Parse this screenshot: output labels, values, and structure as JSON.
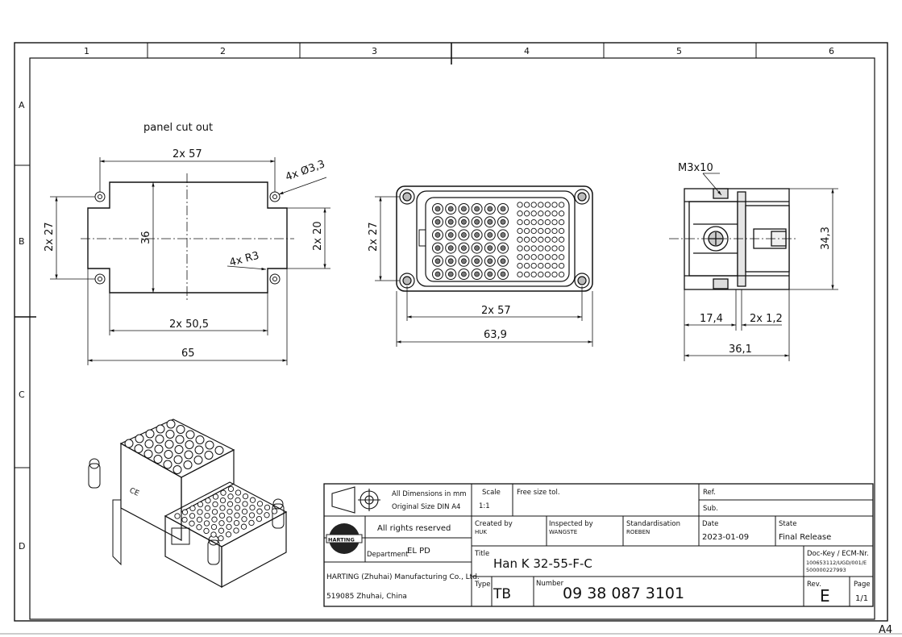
{
  "sheet": {
    "columns": [
      "1",
      "2",
      "3",
      "4",
      "5",
      "6"
    ],
    "rows": [
      "A",
      "B",
      "C",
      "D"
    ],
    "format": "A4"
  },
  "panel_cutout": {
    "title": "panel cut out",
    "dims": {
      "top_width": "2x 57",
      "holes": "4x Ø3,3",
      "left_height": "2x 27",
      "center_height": "36",
      "right_height": "2x 20",
      "radius": "4x R3",
      "inner_width": "2x 50,5",
      "outer_width": "65"
    }
  },
  "front_view": {
    "dims": {
      "height": "2x 27",
      "hole_spacing": "2x 57",
      "width": "63,9"
    }
  },
  "side_view": {
    "dims": {
      "screw": "M3x10",
      "height": "34,3",
      "d1": "17,4",
      "d2": "2x 1,2",
      "length": "36,1"
    }
  },
  "title_block": {
    "dims_note_1": "All Dimensions in mm",
    "dims_note_2": "Original Size DIN A4",
    "scale_label": "Scale",
    "scale_value": "1:1",
    "tolerance": "Free size tol.",
    "ref_label": "Ref.",
    "sub_label": "Sub.",
    "rights": "All rights reserved",
    "logo_text": "HARTING",
    "department_label": "Department",
    "department_value": "EL PD",
    "company_1": "HARTING (Zhuhai) Manufacturing Co., Ltd.",
    "company_2": "519085 Zhuhai, China",
    "created_label": "Created by",
    "created_value": "HUK",
    "inspected_label": "Inspected by",
    "inspected_value": "WANGSTE",
    "standard_label": "Standardisation",
    "standard_value": "ROEBEN",
    "date_label": "Date",
    "date_value": "2023-01-09",
    "state_label": "State",
    "state_value": "Final Release",
    "dockey_label": "Doc-Key / ECM-Nr.",
    "dockey_1": "100653112/UGD/001/E",
    "dockey_2": "500000227993",
    "title_label": "Title",
    "title_value": "Han K 32-55-F-C",
    "type_label": "Type",
    "type_value": "TB",
    "number_label": "Number",
    "number_value": "09 38 087 3101",
    "rev_label": "Rev.",
    "rev_value": "E",
    "page_label": "Page",
    "page_value": "1/1"
  }
}
